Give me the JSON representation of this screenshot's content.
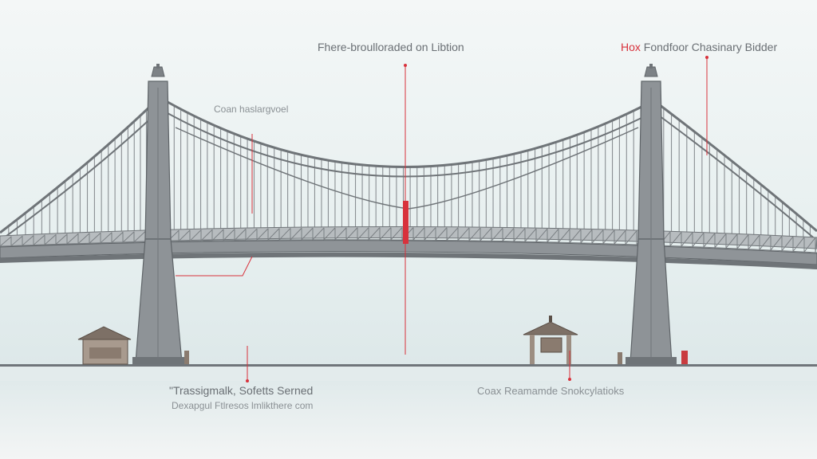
{
  "annotations": {
    "top_center": "Fhere-broulloraded on Libtion",
    "top_right_prefix": "Hox",
    "top_right_rest": " Fondfoor Chasinary Bidder",
    "upper_left": "Coan haslargvoel",
    "bottom_left_line1": "\"Trassigmalk, Sofetts Serned",
    "bottom_left_line2": "Dexapgul Ftlresos lmlikthere com",
    "bottom_right": "Coax Reamamde Snokcylatioks"
  },
  "colors": {
    "steel": "#7d8286",
    "steel_dark": "#5f6468",
    "tower": "#8e9397",
    "accent_red": "#d8323c",
    "ground": "#6f7478"
  }
}
